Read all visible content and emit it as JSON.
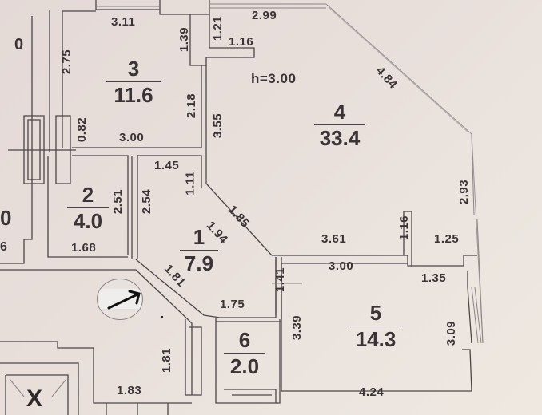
{
  "plan": {
    "ceiling_height": "h=3.00",
    "rooms": [
      {
        "number": "1",
        "area": "7.9"
      },
      {
        "number": "2",
        "area": "4.0"
      },
      {
        "number": "3",
        "area": "11.6"
      },
      {
        "number": "4",
        "area": "33.4"
      },
      {
        "number": "5",
        "area": "14.3"
      },
      {
        "number": "6",
        "area": "2.0"
      }
    ],
    "dimensions": {
      "d_3_11": "3.11",
      "d_1_39": "1.39",
      "d_1_21": "1.21",
      "d_2_99": "2.99",
      "d_1_16_top": "1.16",
      "d_2_75": "2.75",
      "d_2_18": "2.18",
      "d_3_55": "3.55",
      "d_4_84": "4.84",
      "d_0_82": "0.82",
      "d_3_00_r3": "3.00",
      "d_1_45": "1.45",
      "d_1_11": "1.11",
      "d_2_51": "2.51",
      "d_2_54": "2.54",
      "d_2_93": "2.93",
      "d_1_85": "1.85",
      "d_1_94": "1.94",
      "d_1_68": "1.68",
      "d_1_16_mid": "1.16",
      "d_3_61": "3.61",
      "d_1_25": "1.25",
      "d_1_81_diag": "1.81",
      "d_3_00_r5": "3.00",
      "d_1_35": "1.35",
      "d_1_41": "1.41",
      "d_1_75": "1.75",
      "d_3_39": "3.39",
      "d_3_09": "3.09",
      "d_1_81_vert": "1.81",
      "d_1_83": "1.83",
      "d_4_24": "4.24"
    },
    "partial_labels": {
      "left_top": "0",
      "left_mid": "0",
      "left_small": "6"
    },
    "elevator_mark": "X",
    "compass_icon": "north-arrow"
  }
}
